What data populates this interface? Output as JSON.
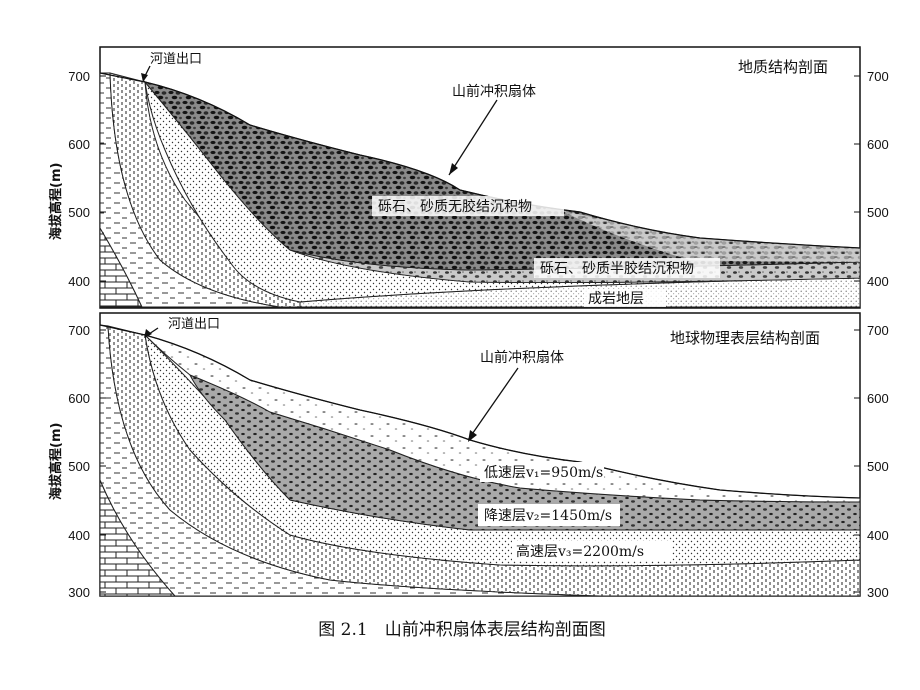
{
  "top_panel": {
    "title": "地质结构剖面",
    "river_outlet": "河道出口",
    "fan_label": "山前冲积扇体",
    "layer_upper": "砾石、砂质无胶结沉积物",
    "layer_middle": "砾石、砂质半胶结沉积物",
    "layer_bedrock": "成岩地层",
    "y_axis_label": "海拔高程(m)",
    "ticks": [
      "700",
      "600",
      "500",
      "400"
    ]
  },
  "bottom_panel": {
    "title": "地球物理表层结构剖面",
    "river_outlet": "河道出口",
    "fan_label": "山前冲积扇体",
    "low_layer": "低速层v₁=950m/s",
    "reduced_layer": "降速层v₂=1450m/s",
    "high_layer": "高速层v₃=2200m/s",
    "y_axis_label": "海拔高程(m)",
    "ticks": [
      "700",
      "600",
      "500",
      "400",
      "300"
    ]
  },
  "caption": "图 2.1　山前冲积扇体表层结构剖面图",
  "colors": {
    "line": "#222222",
    "gravel_dark": "#333333",
    "grey_band": "#b4b4b4"
  }
}
